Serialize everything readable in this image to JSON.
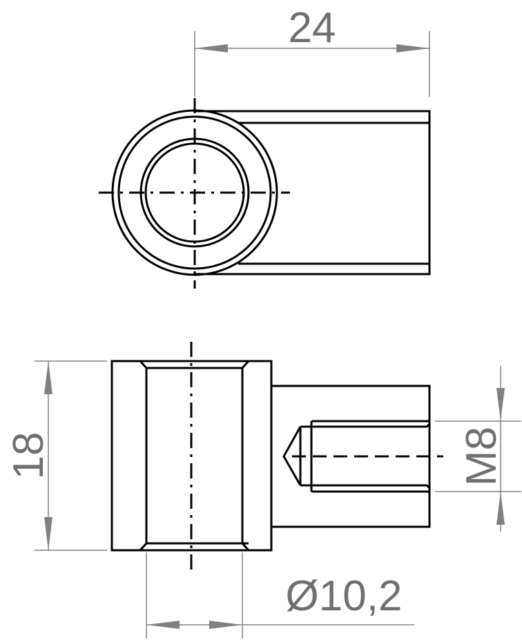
{
  "dimensions": {
    "width_top": "24",
    "height_left": "18",
    "thread": "M8",
    "bore_diameter": "Ø10,2"
  },
  "colors": {
    "outline": "#000000",
    "dimension": "#808080"
  }
}
